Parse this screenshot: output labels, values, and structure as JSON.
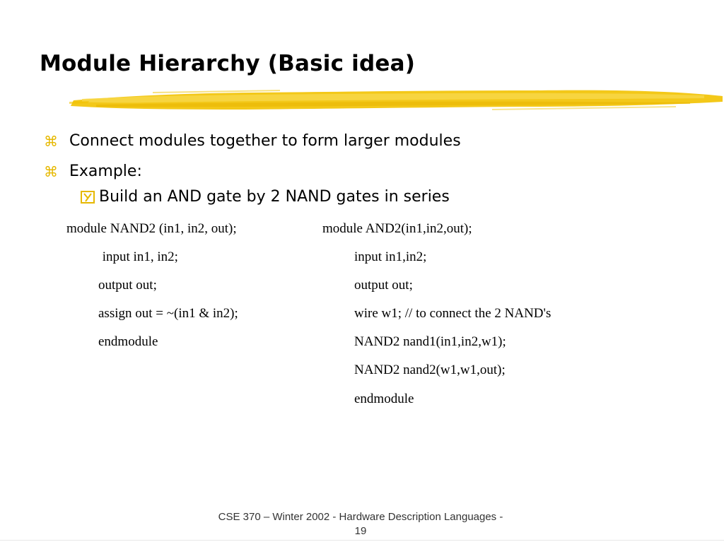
{
  "slide": {
    "title": "Module Hierarchy (Basic idea)",
    "bullets": [
      {
        "icon": "z-bullet-icon",
        "text": "Connect modules together to form larger modules"
      },
      {
        "icon": "z-bullet-icon",
        "text": "Example:"
      }
    ],
    "sub_bullet": {
      "icon": "checkbox-y-icon",
      "text": "Build an AND gate by 2 NAND gates in series"
    },
    "code_left": [
      "module NAND2 (in1, in2, out);",
      " input in1, in2;",
      "output out;",
      "assign out = ~(in1 & in2);",
      "endmodule"
    ],
    "code_right": [
      "module AND2(in1,in2,out);",
      "input in1,in2;",
      "output out;",
      "wire w1; // to connect the 2 NAND's",
      "NAND2 nand1(in1,in2,w1);",
      "NAND2 nand2(w1,w1,out);",
      "endmodule"
    ],
    "footer_line1": "CSE 370 – Winter 2002 - Hardware Description Languages -",
    "footer_line2": "19",
    "colors": {
      "accent": "#f2c200",
      "accent_light": "#f7d84a",
      "text": "#000000"
    }
  }
}
